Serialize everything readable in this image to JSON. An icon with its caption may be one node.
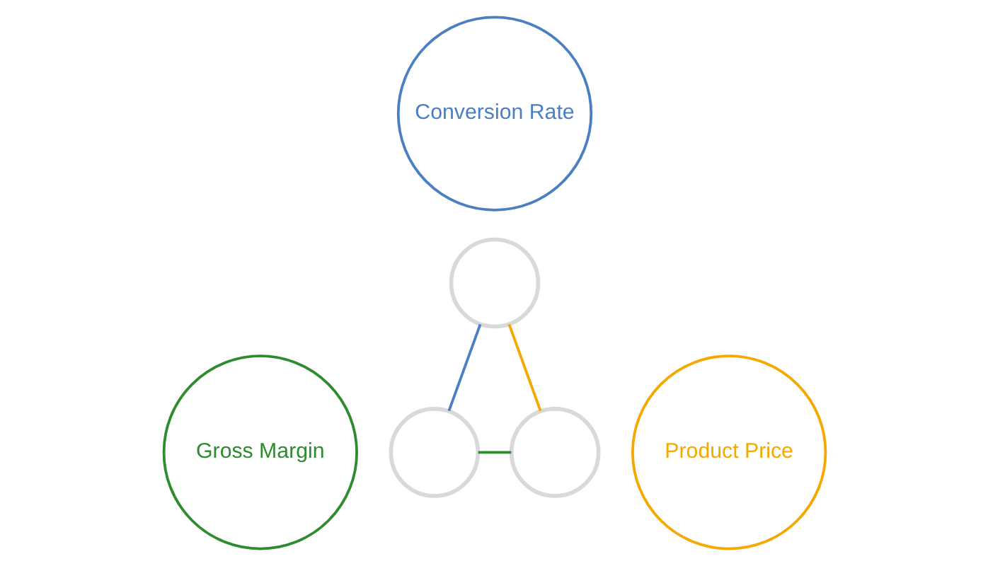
{
  "diagram": {
    "nodes": [
      {
        "text": [
          "Conversion Rate"
        ]
      },
      {
        "text": [],
        "shape": "circle"
      },
      {
        "text": [
          "Gross Margin"
        ]
      },
      {
        "text": [],
        "shape": "circle"
      },
      {
        "text": [],
        "shape": "circle"
      },
      {
        "text": [
          "Product Price"
        ]
      }
    ],
    "edges": [
      {
        "from": 1,
        "to": 3,
        "arrow": "none",
        "color": "#4a7fc4"
      },
      {
        "from": 1,
        "to": 4,
        "arrow": "none",
        "color": "#f5a800"
      },
      {
        "from": 3,
        "to": 4,
        "arrow": "none",
        "color": "#2e8b2e"
      }
    ]
  }
}
